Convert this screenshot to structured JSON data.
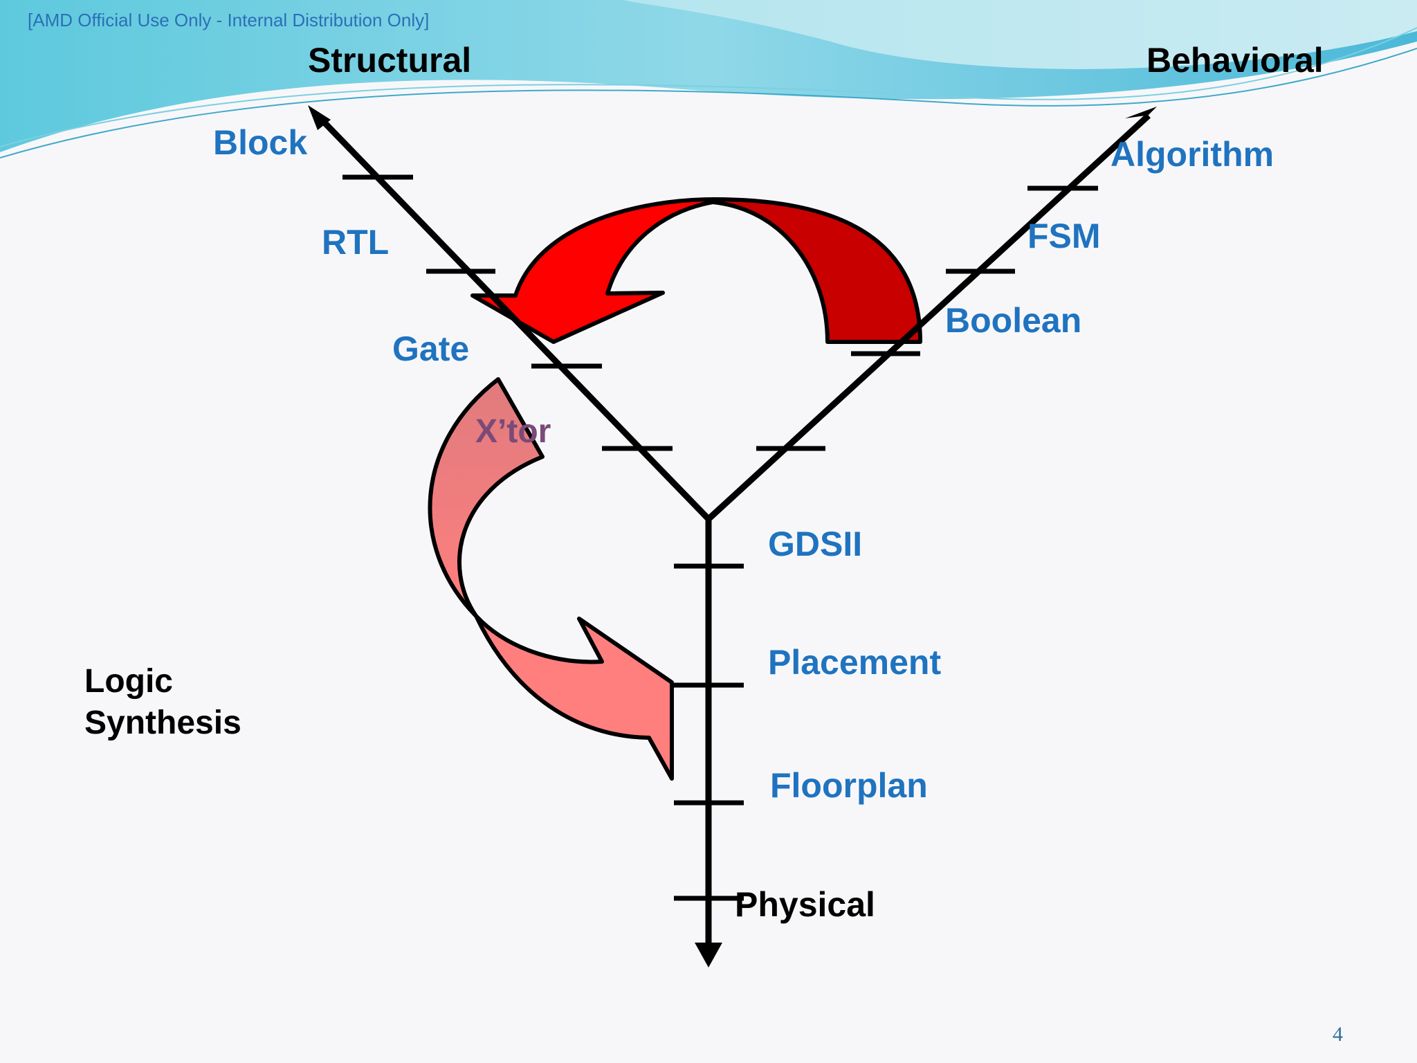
{
  "header_note": "[AMD Official Use Only - Internal Distribution Only]",
  "axes": {
    "structural": "Structural",
    "behavioral": "Behavioral",
    "physical": "Physical"
  },
  "structural_levels": [
    "Block",
    "RTL",
    "Gate",
    "X’tor"
  ],
  "behavioral_levels": [
    "Algorithm",
    "FSM",
    "Boolean"
  ],
  "physical_levels": [
    "GDSII",
    "Placement",
    "Floorplan"
  ],
  "side_label": {
    "line1": "Logic",
    "line2": "Synthesis"
  },
  "page_number": "4",
  "colors": {
    "label_blue": "#1f73bf",
    "arrow_red": "#ff0000",
    "arrow_dark_red": "#c80000",
    "arrow_pink": "#ff7f7f",
    "axis": "#000000"
  }
}
